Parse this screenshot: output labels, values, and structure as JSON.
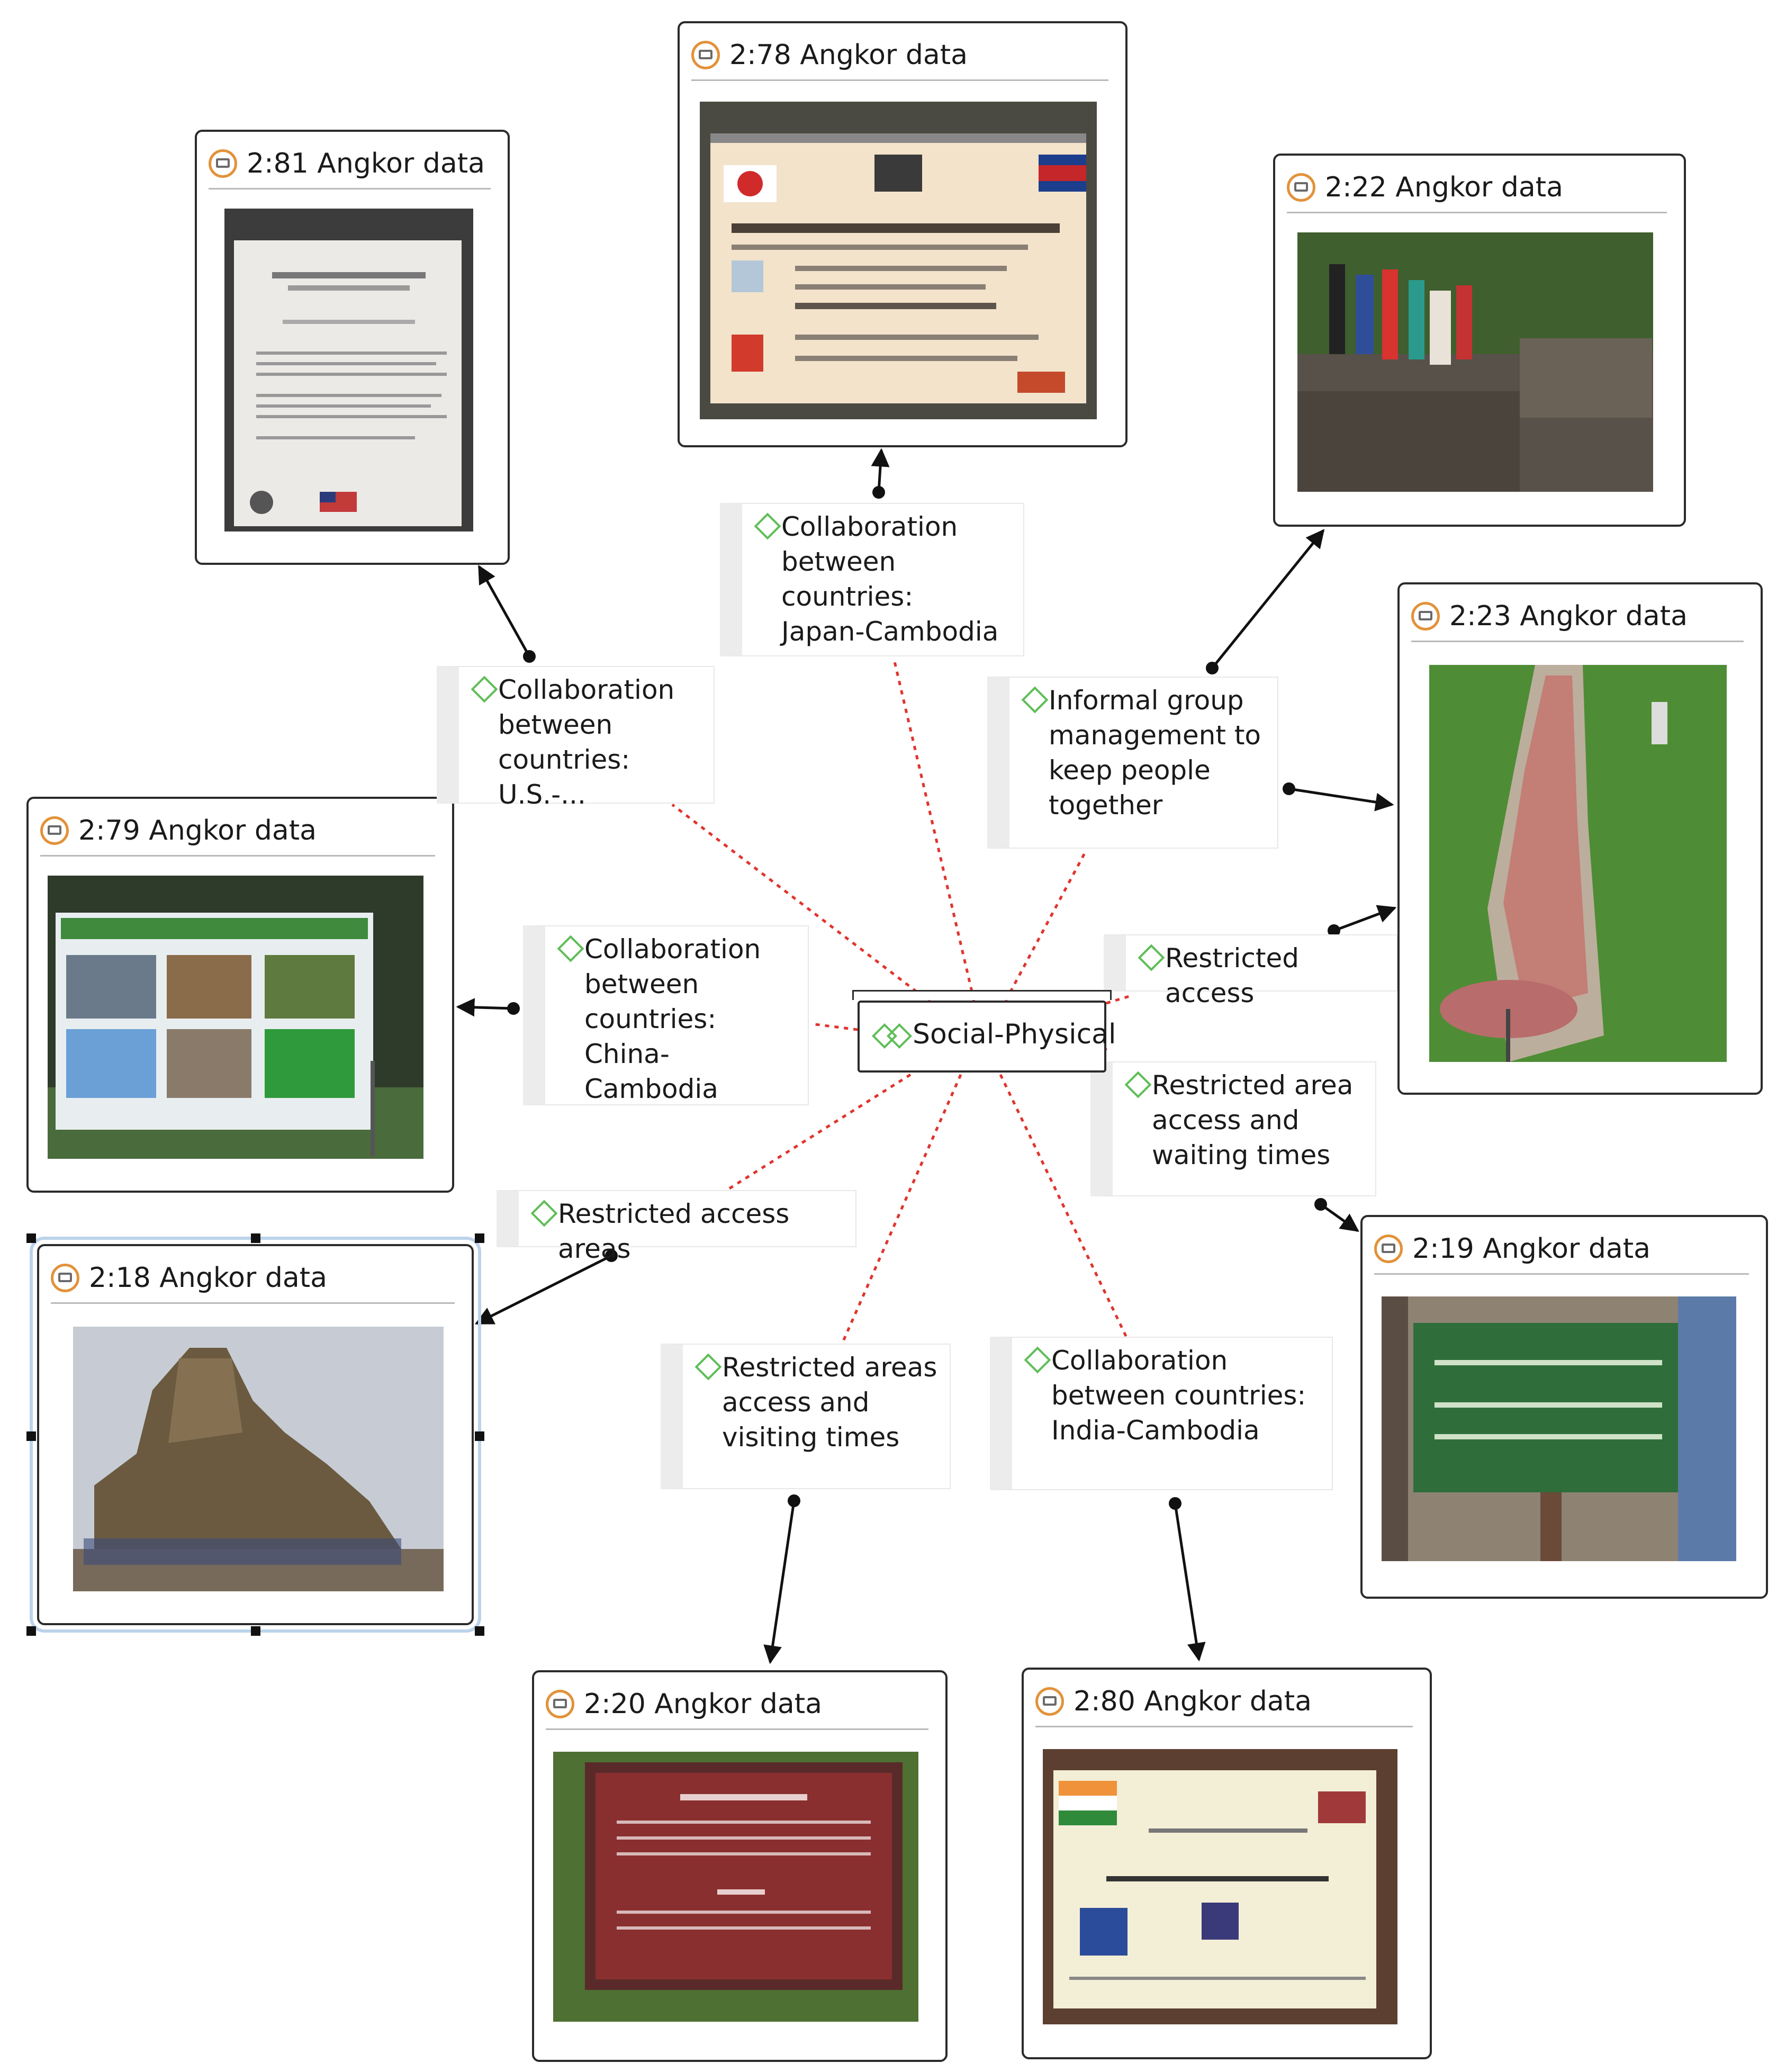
{
  "center": {
    "label": "Social-Physical"
  },
  "documents": [
    {
      "id": "d78",
      "title": "2:78 Angkor data"
    },
    {
      "id": "d81",
      "title": "2:81 Angkor data"
    },
    {
      "id": "d22",
      "title": "2:22 Angkor data"
    },
    {
      "id": "d23",
      "title": "2:23 Angkor data"
    },
    {
      "id": "d79",
      "title": "2:79 Angkor data"
    },
    {
      "id": "d18",
      "title": "2:18 Angkor data"
    },
    {
      "id": "d19",
      "title": "2:19 Angkor data"
    },
    {
      "id": "d20",
      "title": "2:20 Angkor data"
    },
    {
      "id": "d80",
      "title": "2:80 Angkor data"
    }
  ],
  "codes": [
    {
      "id": "c_jp",
      "lines": [
        "Collaboration",
        "between countries:",
        "Japan-Cambodia"
      ]
    },
    {
      "id": "c_us",
      "lines": [
        "Collaboration",
        "between",
        "countries: U.S.-..."
      ]
    },
    {
      "id": "c_ig",
      "lines": [
        "Informal group",
        "management to",
        "keep people",
        "together"
      ]
    },
    {
      "id": "c_cn",
      "lines": [
        "Collaboration",
        "between",
        "countries: China-",
        "Cambodia"
      ]
    },
    {
      "id": "c_ra",
      "lines": [
        "Restricted access"
      ]
    },
    {
      "id": "c_raw",
      "lines": [
        "Restricted area",
        "access and",
        "waiting times"
      ]
    },
    {
      "id": "c_raa",
      "lines": [
        "Restricted access areas"
      ]
    },
    {
      "id": "c_rav",
      "lines": [
        "Restricted areas",
        "access and",
        "visiting times"
      ]
    },
    {
      "id": "c_in",
      "lines": [
        "Collaboration",
        "between countries:",
        "India-Cambodia"
      ]
    }
  ],
  "colors": {
    "link_dotted": "#e0342c",
    "link_arrow": "#111111",
    "code_icon": "#5fbe58",
    "doc_icon": "#e2923a",
    "selection": "#bcd3ea"
  }
}
